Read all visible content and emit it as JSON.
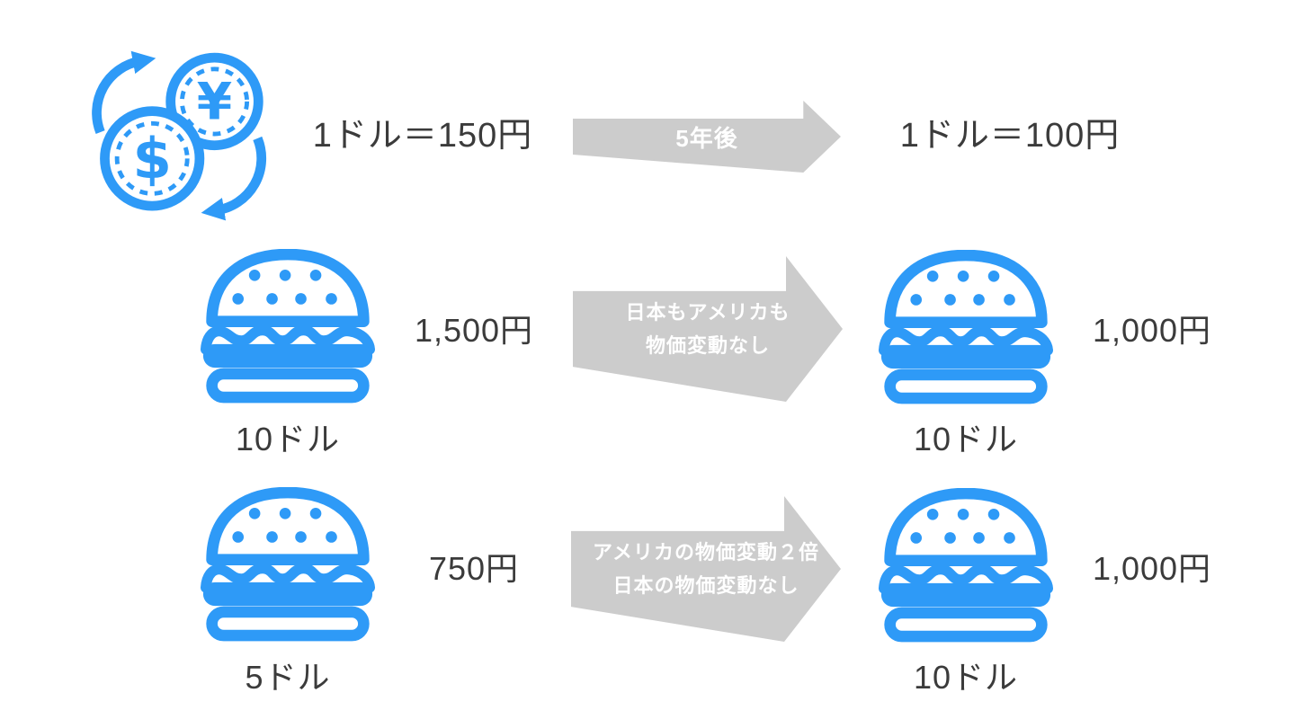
{
  "colors": {
    "accent_blue": "#2E9AF7",
    "arrow_gray": "#CCCCCC",
    "text_dark": "#3B3B3B",
    "arrow_text": "#FFFFFF",
    "bg": "#FFFFFF"
  },
  "icons": {
    "exchange": "currency-exchange-icon",
    "burger": "burger-icon",
    "yen_symbol": "¥",
    "dollar_symbol": "$"
  },
  "exchange": {
    "before": "1ドル＝150円",
    "arrow_label": "5年後",
    "after": "1ドル＝100円"
  },
  "rows": [
    {
      "left": {
        "jpy": "1,500円",
        "usd": "10ドル"
      },
      "arrow_lines": [
        "日本もアメリカも",
        "物価変動なし"
      ],
      "right": {
        "jpy": "1,000円",
        "usd": "10ドル"
      }
    },
    {
      "left": {
        "jpy": "750円",
        "usd": "5ドル"
      },
      "arrow_lines": [
        "アメリカの物価変動２倍",
        "日本の物価変動なし"
      ],
      "right": {
        "jpy": "1,000円",
        "usd": "10ドル"
      }
    }
  ]
}
